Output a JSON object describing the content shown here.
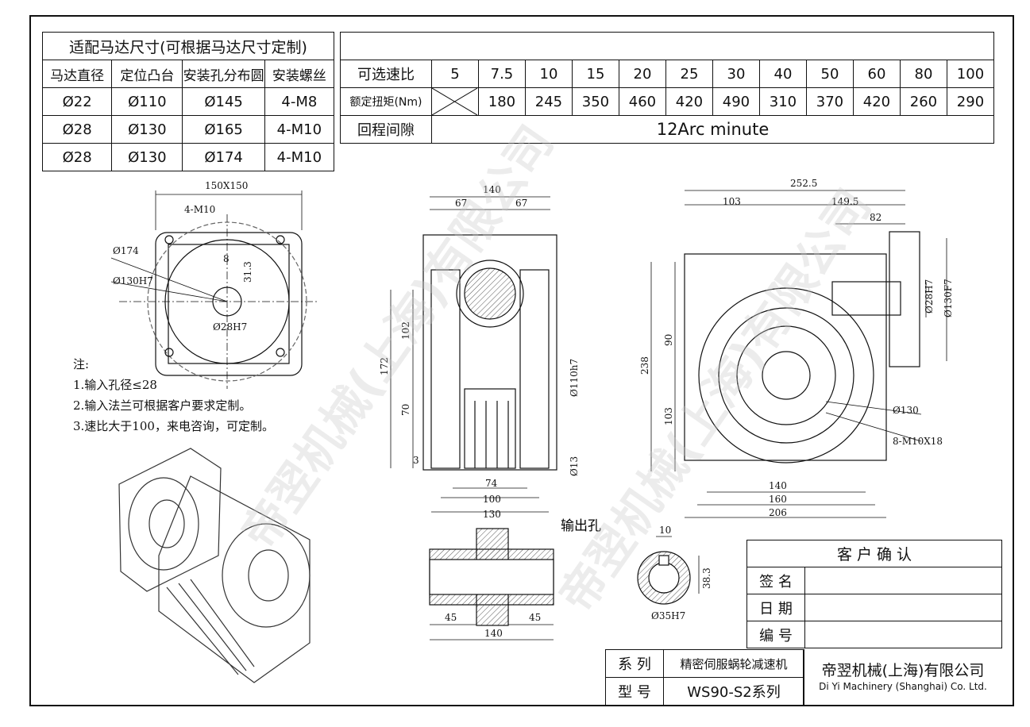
{
  "motor_table": {
    "title": "适配马达尺寸(可根据马达尺寸定制)",
    "headers": [
      "马达直径",
      "定位凸台",
      "安装孔分布圆",
      "安装螺丝"
    ],
    "rows": [
      [
        "Ø22",
        "Ø110",
        "Ø145",
        "4-M8"
      ],
      [
        "Ø28",
        "Ø130",
        "Ø165",
        "4-M10"
      ],
      [
        "Ø28",
        "Ø130",
        "Ø174",
        "4-M10"
      ]
    ]
  },
  "ratio_table": {
    "ratio_label": "可选速比",
    "ratios": [
      "5",
      "7.5",
      "10",
      "15",
      "20",
      "25",
      "30",
      "40",
      "50",
      "60",
      "80",
      "100"
    ],
    "torque_label": "额定扭矩(Nm)",
    "torques": [
      "180",
      "245",
      "350",
      "460",
      "420",
      "490",
      "310",
      "370",
      "420",
      "260",
      "290"
    ],
    "backlash_label": "回程间隙",
    "backlash_value": "12Arc minute"
  },
  "notes": {
    "title": "注:",
    "items": [
      "1.输入孔径≤28",
      "2.输入法兰可根据客户要求定制。",
      "3.速比大于100，来电咨询，可定制。"
    ]
  },
  "dims": {
    "flange_size": "150X150",
    "flange_bolts": "4-M10",
    "d174": "Ø174",
    "d130h7": "Ø130H7",
    "key8": "8",
    "key31_3": "31.3",
    "d28h7": "Ø28H7",
    "w140": "140",
    "w67a": "67",
    "w67b": "67",
    "h102": "102",
    "h172": "172",
    "h70": "70",
    "h3": "3",
    "d110h7": "Ø110h7",
    "d13": "Ø13",
    "b74": "74",
    "b100": "100",
    "b130": "130",
    "r252_5": "252.5",
    "r103": "103",
    "r149_5": "149.5",
    "r82": "82",
    "r28h7": "Ø28H7",
    "r130f7": "Ø130F7",
    "r90": "90",
    "r238": "238",
    "r103b": "103",
    "r130": "Ø130",
    "r8m10": "8-M10X18",
    "r140": "140",
    "r160": "160",
    "r206": "206",
    "output_hole": "输出孔",
    "s45a": "45",
    "s45b": "45",
    "s140": "140",
    "k10": "10",
    "k38_3": "38.3",
    "k35h7": "Ø35H7"
  },
  "title_block": {
    "confirm": "客 户 确 认",
    "sign": "签 名",
    "date": "日 期",
    "code": "编 号",
    "series_label": "系 列",
    "series_value": "精密伺服蜗轮减速机",
    "model_label": "型 号",
    "model_value": "WS90-S2系列",
    "company_cn": "帝翌机械(上海)有限公司",
    "company_en": "Di Yi Machinery (Shanghai) Co. Ltd."
  },
  "watermark": "帝翌机械(上海)有限公司"
}
